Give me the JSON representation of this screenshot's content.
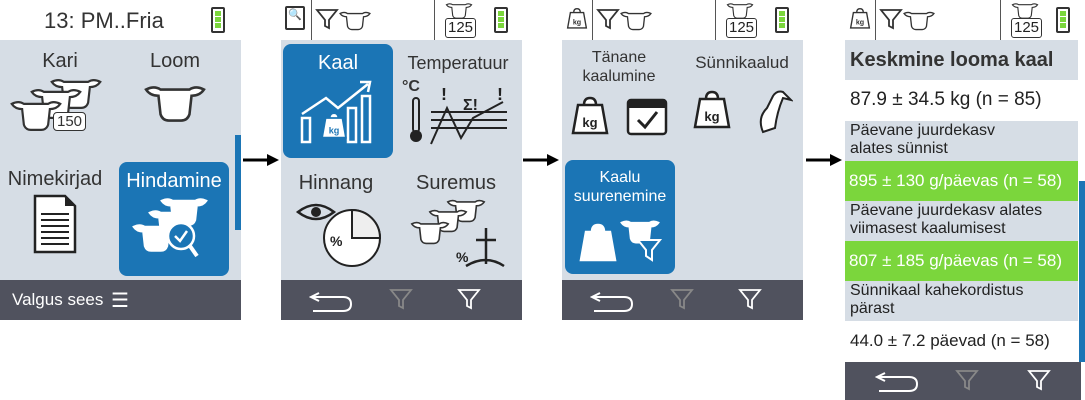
{
  "screen1": {
    "title": "13: PM..Fria",
    "tiles": [
      {
        "label": "Kari",
        "badge": "150"
      },
      {
        "label": "Loom"
      },
      {
        "label": "Nimekirjad"
      },
      {
        "label": "Hindamine"
      }
    ],
    "footer_label": "Valgus sees"
  },
  "screen2": {
    "herd_count": "125",
    "tiles": [
      {
        "label": "Kaal"
      },
      {
        "label": "Temperatuur",
        "unit": "°C"
      },
      {
        "label": "Hinnang"
      },
      {
        "label": "Suremus"
      }
    ]
  },
  "screen3": {
    "herd_count": "125",
    "tiles": [
      {
        "label": "Tänane kaalumine"
      },
      {
        "label": "Sünnikaalud"
      },
      {
        "label": "Kaalu suurenemine"
      }
    ],
    "kg": "kg"
  },
  "screen4": {
    "herd_count": "125",
    "title": "Keskmine looma kaal",
    "avg_weight": "87.9 ± 34.5 kg (n = 85)",
    "rows": [
      {
        "label": "Päevane juurdekasv alates sünnist",
        "value": "895 ± 130 g/päevas (n = 58)"
      },
      {
        "label": "Päevane juurdekasv alates viimasest kaalumisest",
        "value": "807 ± 185 g/päevas (n = 58)"
      },
      {
        "label": "Sünnikaal kahekordistus pärast",
        "value": "44.0 ± 7.2 päevad (n = 58)"
      }
    ]
  },
  "colors": {
    "accent": "#1b75b5",
    "green": "#7bd63c",
    "footer": "#50525e",
    "content": "#d6dde5"
  }
}
